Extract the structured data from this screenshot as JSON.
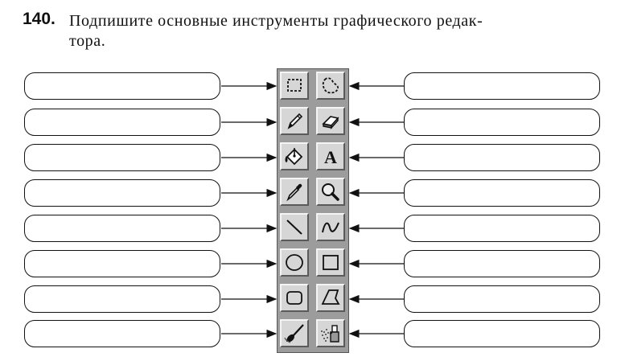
{
  "task": {
    "number": "140.",
    "line1": "Подпишите основные инструменты графического редак-",
    "line2": "тора."
  },
  "tools": {
    "left": [
      "select-rectangle-icon",
      "pencil-icon",
      "fill-bucket-icon",
      "color-picker-icon",
      "line-icon",
      "ellipse-icon",
      "rounded-rectangle-icon",
      "brush-icon"
    ],
    "right": [
      "free-form-select-icon",
      "eraser-icon",
      "text-tool-icon",
      "magnifier-icon",
      "curve-icon",
      "rectangle-icon",
      "polygon-icon",
      "airbrush-icon"
    ],
    "text_tool_glyph": "A"
  },
  "colors": {
    "ink": "#111111",
    "toolbox_bg": "#9c9c9c",
    "button_face": "#d6d6d6"
  }
}
